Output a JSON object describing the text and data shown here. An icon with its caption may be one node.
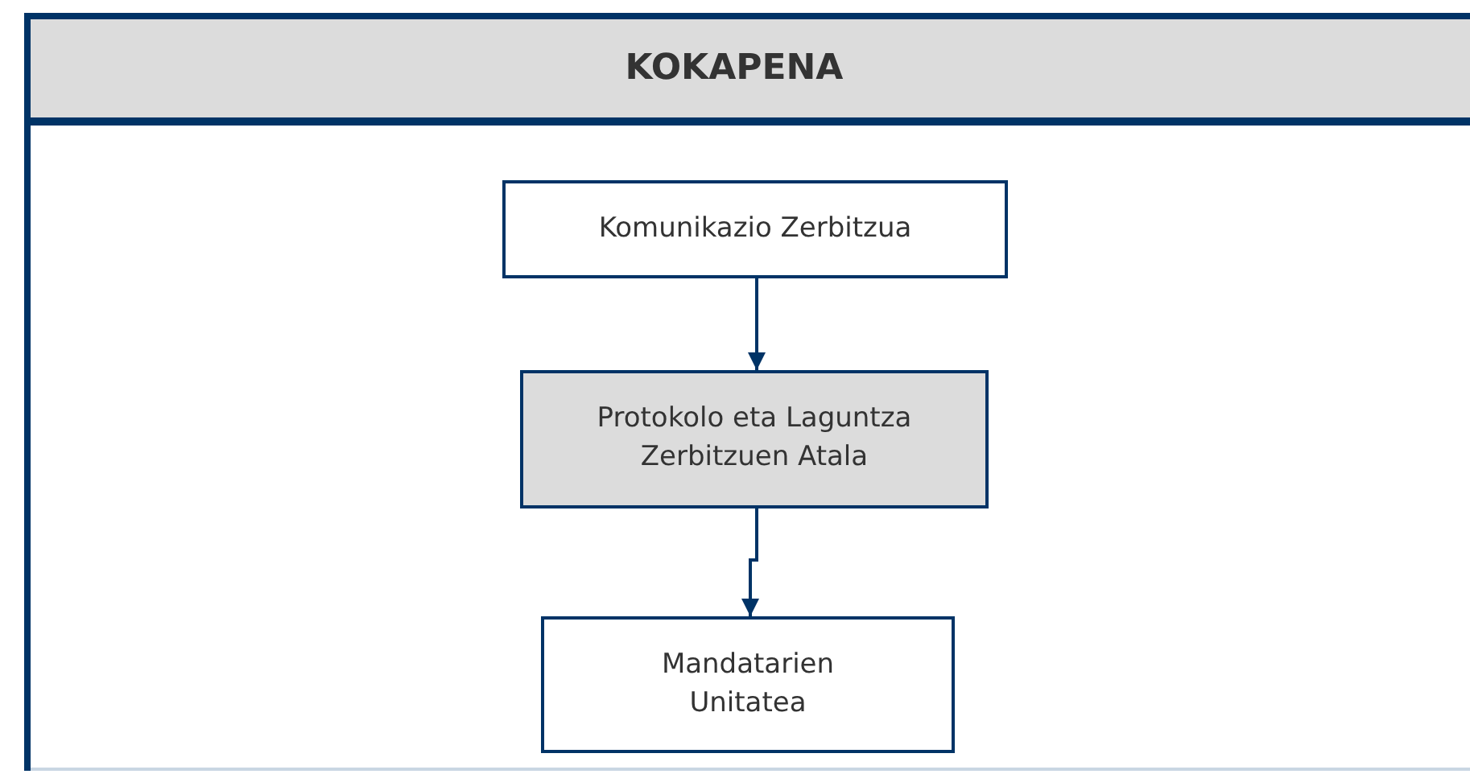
{
  "diagram": {
    "title": "KOKAPENA",
    "nodes": [
      {
        "text": [
          "Komunikazio Zerbitzua"
        ]
      },
      {
        "text": [
          "Protokolo eta Laguntza Zerbitzuen Atala"
        ]
      },
      {
        "text": [
          "Mandatarien Unitatea"
        ]
      }
    ],
    "edges": [
      {
        "from": 0,
        "to": 1,
        "arrow": "to"
      },
      {
        "from": 1,
        "to": 2,
        "arrow": "to"
      }
    ]
  }
}
